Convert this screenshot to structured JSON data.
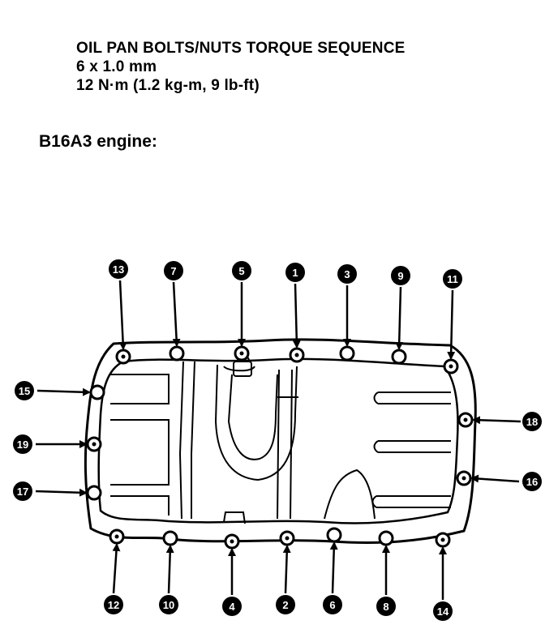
{
  "title": {
    "line1": "OIL PAN BOLTS/NUTS TORQUE SEQUENCE",
    "line2": "6 x 1.0 mm",
    "line3": "12 N·m (1.2 kg-m, 9 lb-ft)"
  },
  "engine_label": "B16A3 engine:",
  "sequence_labels": [
    "1",
    "2",
    "3",
    "4",
    "5",
    "6",
    "7",
    "8",
    "9",
    "10",
    "11",
    "12",
    "13",
    "14",
    "15",
    "16",
    "17",
    "18",
    "19"
  ]
}
